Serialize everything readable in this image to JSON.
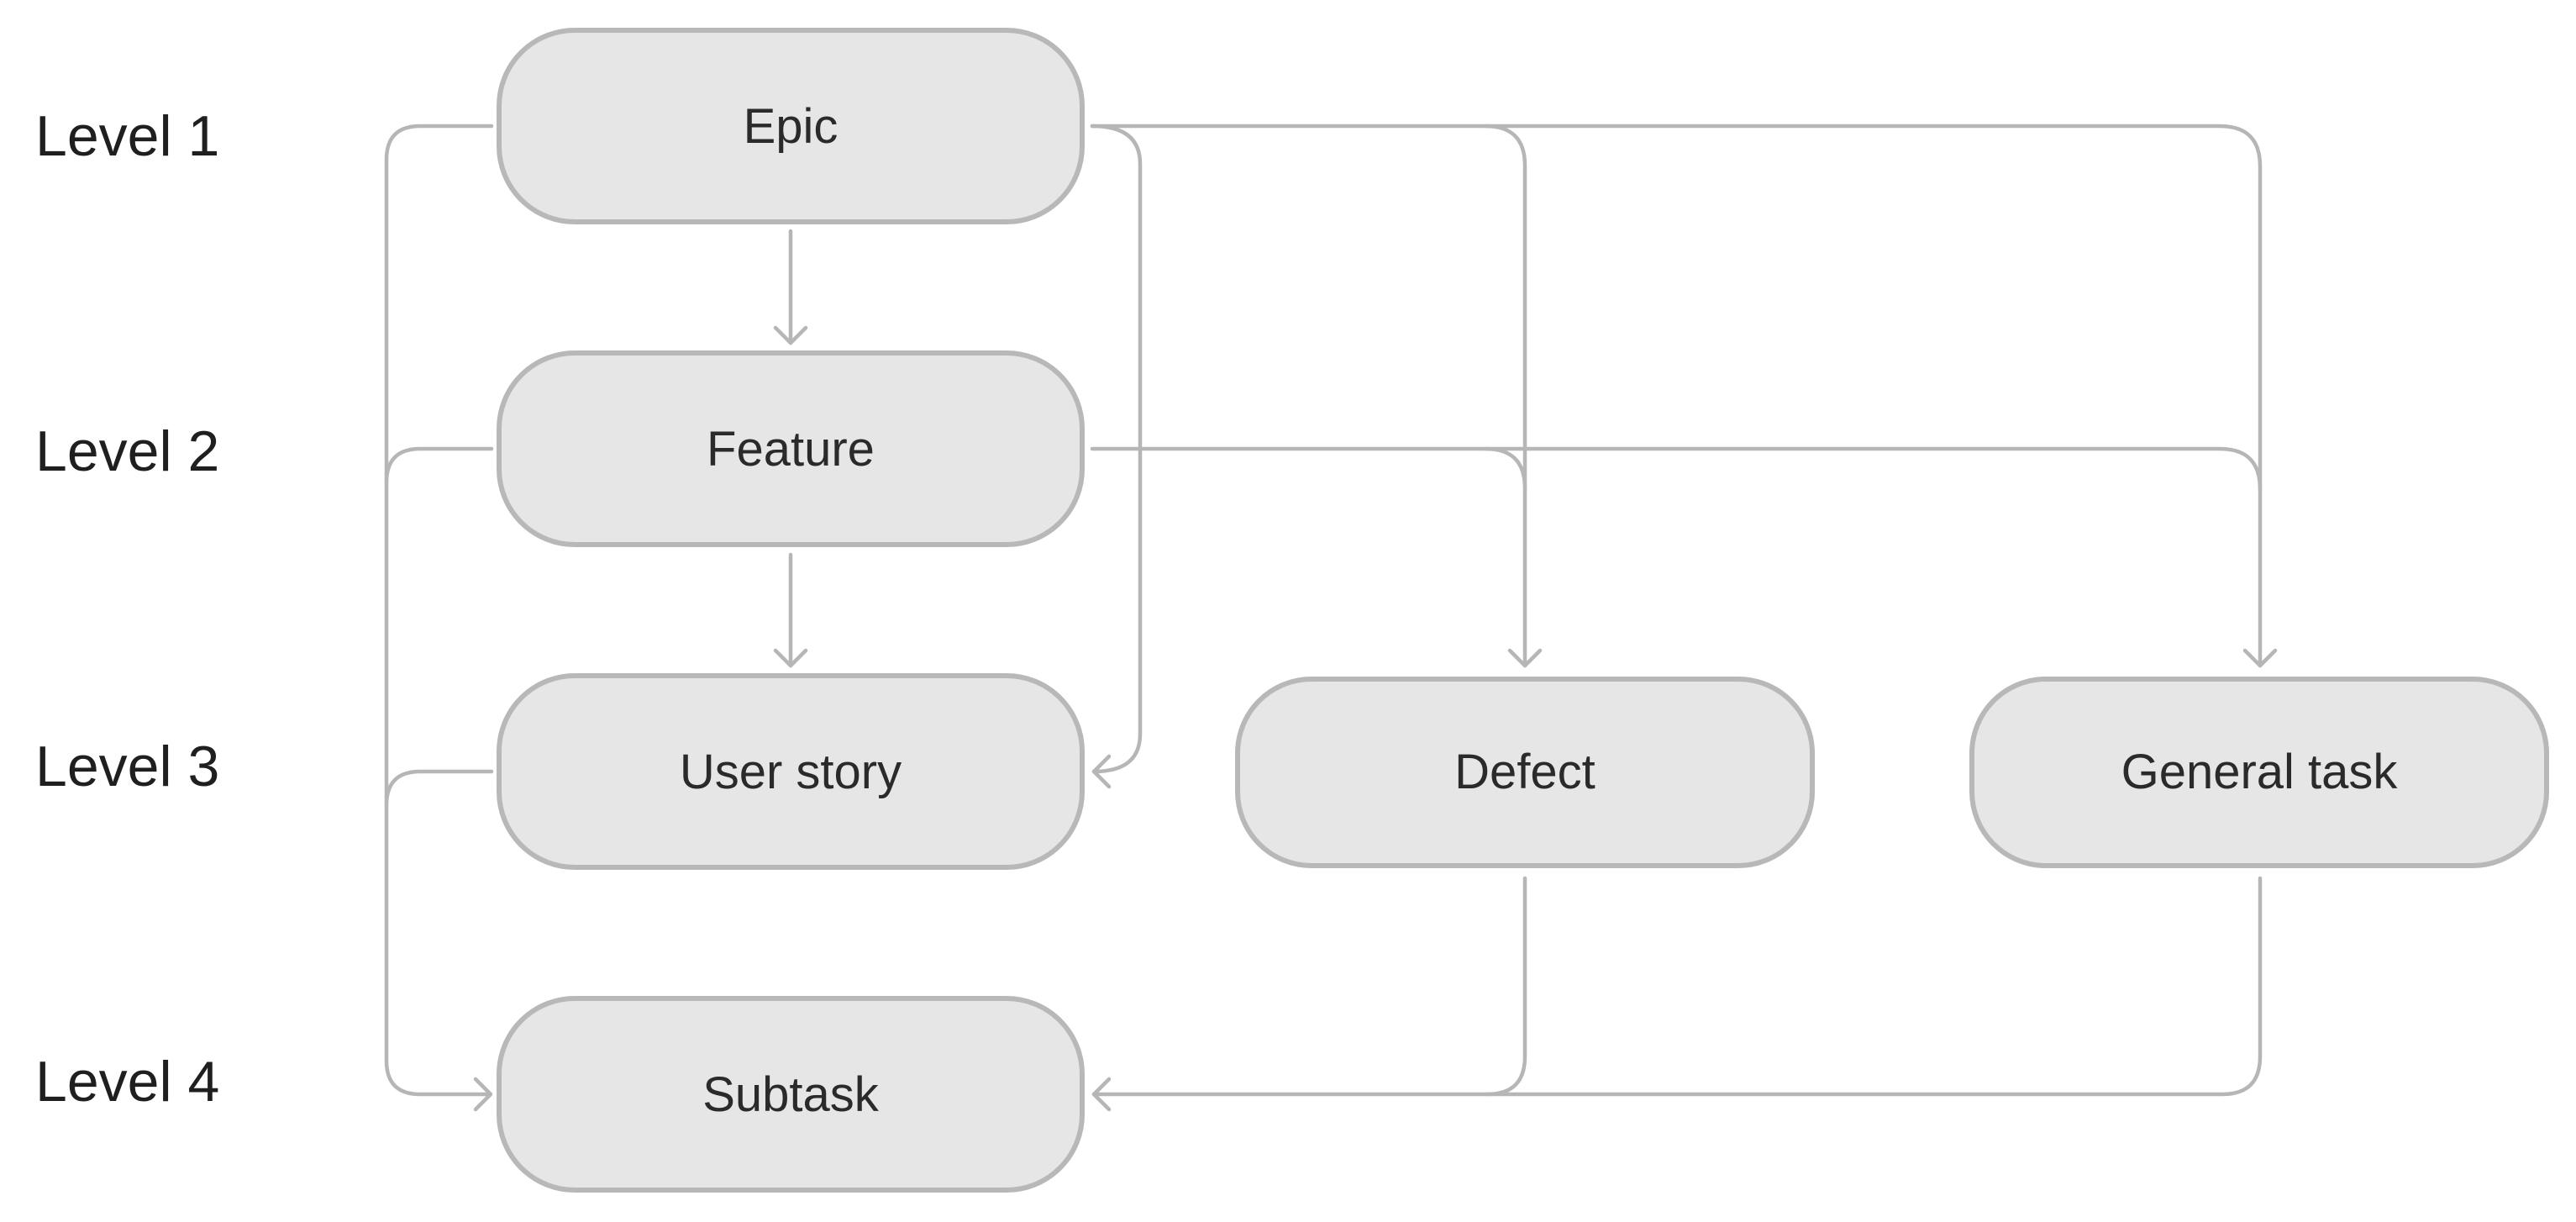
{
  "levels": [
    {
      "label": "Level 1"
    },
    {
      "label": "Level 2"
    },
    {
      "label": "Level 3"
    },
    {
      "label": "Level 4"
    }
  ],
  "nodes": {
    "epic": {
      "label": "Epic",
      "level": 1
    },
    "feature": {
      "label": "Feature",
      "level": 2
    },
    "user_story": {
      "label": "User story",
      "level": 3
    },
    "defect": {
      "label": "Defect",
      "level": 3
    },
    "general_task": {
      "label": "General task",
      "level": 3
    },
    "subtask": {
      "label": "Subtask",
      "level": 4
    }
  },
  "edges": [
    {
      "from": "Epic",
      "to": "Feature"
    },
    {
      "from": "Epic",
      "to": "User story"
    },
    {
      "from": "Epic",
      "to": "Defect"
    },
    {
      "from": "Epic",
      "to": "General task"
    },
    {
      "from": "Epic",
      "to": "Subtask"
    },
    {
      "from": "Feature",
      "to": "User story"
    },
    {
      "from": "Feature",
      "to": "Defect"
    },
    {
      "from": "Feature",
      "to": "General task"
    },
    {
      "from": "Feature",
      "to": "Subtask"
    },
    {
      "from": "User story",
      "to": "Subtask"
    },
    {
      "from": "Defect",
      "to": "Subtask"
    },
    {
      "from": "General task",
      "to": "Subtask"
    }
  ],
  "colors": {
    "node_fill": "#e6e6e6",
    "node_border": "#b8b8b8",
    "connector": "#b6b6b6",
    "text": "#1f1f1f"
  }
}
